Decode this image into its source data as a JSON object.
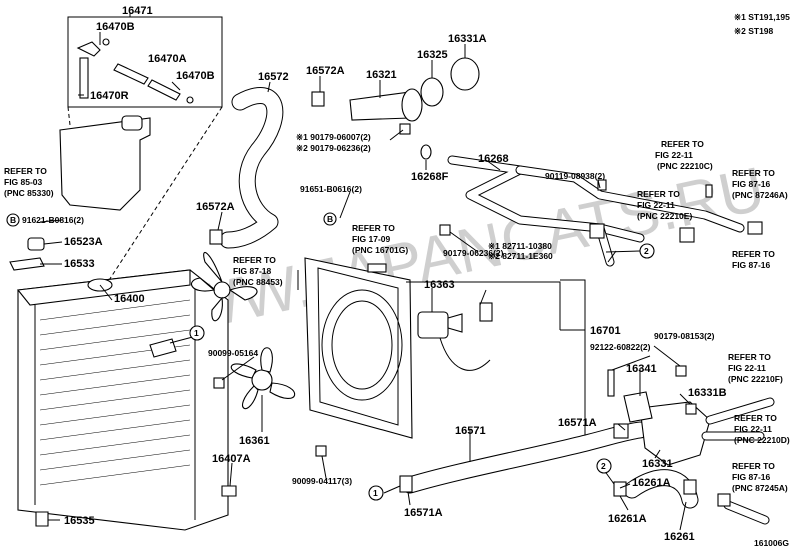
{
  "notes": {
    "note1": "※1 ST191,195",
    "note2": "※2 ST198"
  },
  "watermark": "WWW.JAPANCATS.RU",
  "diagram_code": "161006G",
  "parts": {
    "p16471": "16471",
    "p16470B_a": "16470B",
    "p16470A": "16470A",
    "p16470B_b": "16470B",
    "p16470R": "16470R",
    "p16572": "16572",
    "p16572A_top": "16572A",
    "p16321": "16321",
    "p16325": "16325",
    "p16331A": "16331A",
    "p90179_06007": "※1 90179-06007(2)",
    "p90179_06236_a": "※2 90179-06236(2)",
    "p16268": "16268",
    "p16268F": "16268F",
    "p90119_08938": "90119-08938(2)",
    "p91651": "91651-B0616(2)",
    "p16572A_mid": "16572A",
    "p91621": "91621-B0816(2)",
    "p16523A": "16523A",
    "p16533": "16533",
    "p16400": "16400",
    "p90179_06236_b": "90179-06236(2)",
    "p82711_10380": "※1 82711-10380",
    "p82711_1E360": "※2 82711-1E360",
    "p16363": "16363",
    "p16701": "16701",
    "p90179_08153": "90179-08153(2)",
    "p92122": "92122-60822(2)",
    "p90099_05164": "90099-05164",
    "p16361": "16361",
    "p16341": "16341",
    "p16331B": "16331B",
    "p16407A": "16407A",
    "p16571": "16571",
    "p16571A_right": "16571A",
    "p16331": "16331",
    "p90099_04117": "90099-04117(3)",
    "p16261A_top": "16261A",
    "p16571A_bot": "16571A",
    "p16535": "16535",
    "p16261A_bot": "16261A",
    "p16261": "16261",
    "bolt_B1": "B",
    "bolt_B2": "B",
    "circle1a": "1",
    "circle1b": "1",
    "circle2a": "2",
    "circle2b": "2"
  },
  "references": {
    "r85_03": [
      "REFER TO",
      "FIG 85-03",
      "(PNC 85330)"
    ],
    "r17_09": [
      "REFER TO",
      "FIG 17-09",
      "(PNC 16701G)"
    ],
    "r87_18": [
      "REFER TO",
      "FIG 87-18",
      "(PNC 88453)"
    ],
    "r22_11_c": [
      "REFER TO",
      "FIG 22-11",
      "(PNC 22210C)"
    ],
    "r22_11_e": [
      "REFER TO",
      "FIG 22-11",
      "(PNC 22210E)"
    ],
    "r87_16_a": [
      "REFER TO",
      "FIG 87-16",
      "(PNC 87246A)"
    ],
    "r87_16_b": [
      "REFER TO",
      "FIG 87-16"
    ],
    "r22_11_f": [
      "REFER TO",
      "FIG 22-11",
      "(PNC 22210F)"
    ],
    "r22_11_d": [
      "REFER TO",
      "FIG 22-11",
      "(PNC 22210D)"
    ],
    "r87_16_c": [
      "REFER TO",
      "FIG 87-16",
      "(PNC 87245A)"
    ]
  }
}
